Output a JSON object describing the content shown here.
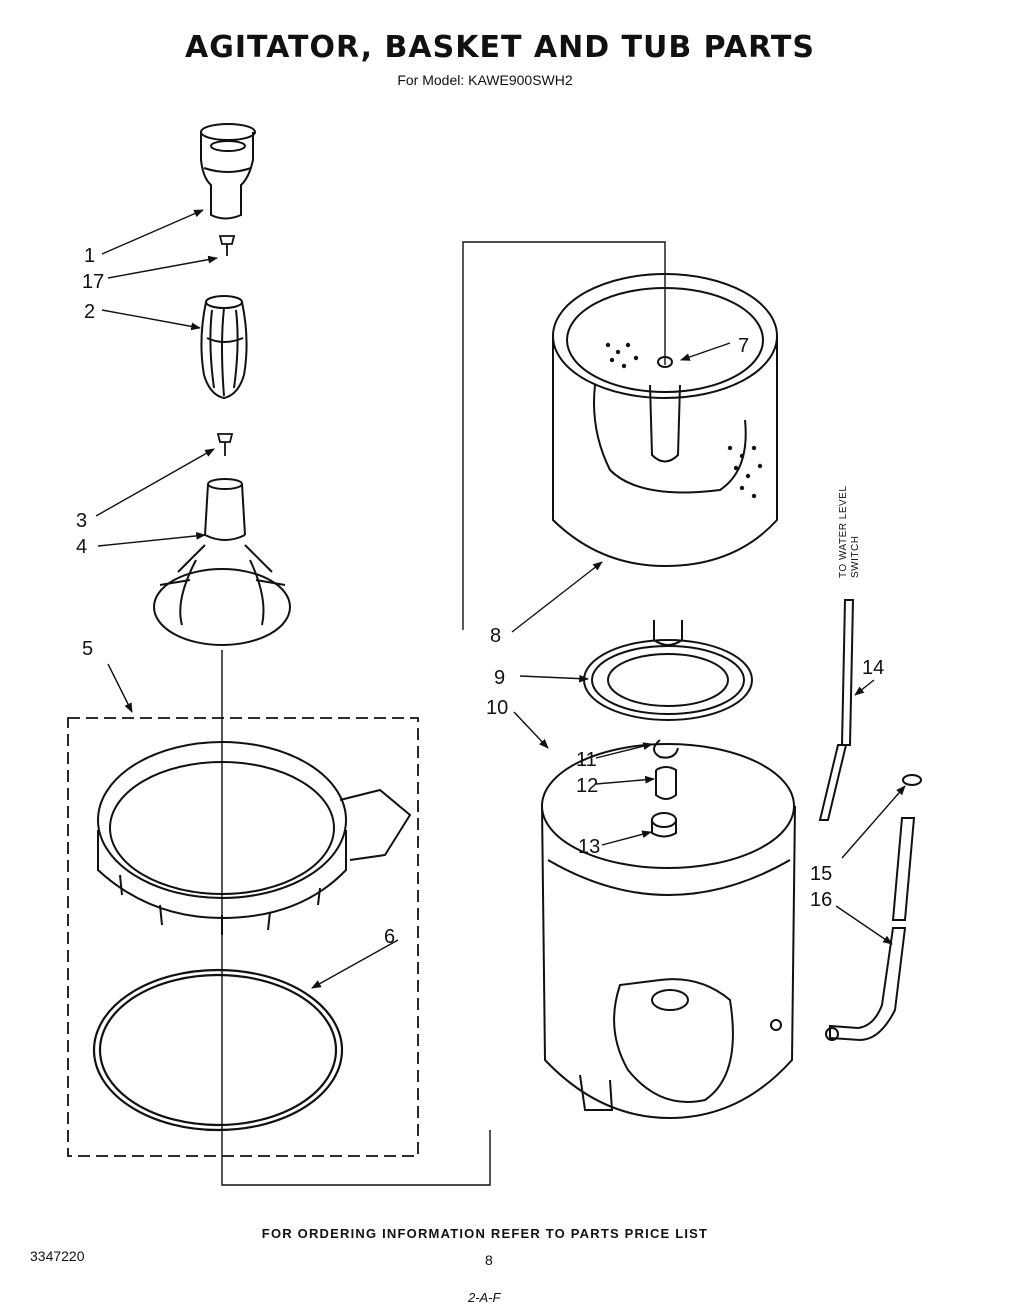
{
  "header": {
    "title": "AGITATOR, BASKET AND TUB PARTS",
    "subtitle": "For Model: KAWE900SWH2"
  },
  "footer": {
    "ordering_note": "FOR ORDERING INFORMATION REFER TO PARTS PRICE LIST",
    "document_number": "3347220",
    "page_number": "8",
    "revision_mark": "2-A-F"
  },
  "diagram": {
    "side_label_line1": "TO WATER LEVEL",
    "side_label_line2": "SWITCH",
    "callouts": {
      "c1": "1",
      "c17": "17",
      "c2": "2",
      "c3": "3",
      "c4": "4",
      "c5": "5",
      "c6": "6",
      "c7": "7",
      "c8": "8",
      "c9": "9",
      "c10": "10",
      "c11": "11",
      "c12": "12",
      "c13": "13",
      "c14": "14",
      "c15": "15",
      "c16": "16"
    }
  }
}
